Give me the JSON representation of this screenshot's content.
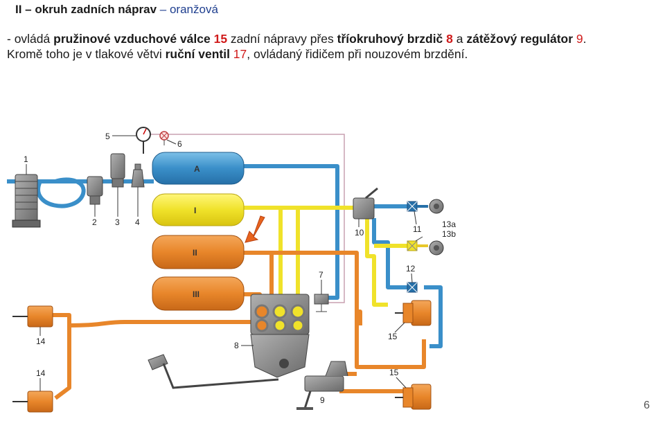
{
  "title": {
    "part1": "II – okruh zadních náprav",
    "part2": " – oranžová"
  },
  "description": {
    "line1_a": "- ovládá ",
    "line1_b": "pružinové vzduchové válce",
    "line1_c": " 15",
    "line1_d": " zadní nápravy přes ",
    "line1_e": "tříokruhový brzdič",
    "line1_f": " 8",
    "line1_g": " a ",
    "line1_h": "zátěžový regulátor",
    "line1_i": " 9",
    "line1_j": ".",
    "line2_a": "Kromě toho je v tlakové větvi ",
    "line2_b": "ruční ventil",
    "line2_c": " 17",
    "line2_d": ", ovládaný řidičem při nouzovém brzdění."
  },
  "diagram": {
    "tanks": [
      "A",
      "I",
      "II",
      "III"
    ],
    "labels": [
      "1",
      "2",
      "3",
      "4",
      "5",
      "6",
      "7",
      "8",
      "9",
      "10",
      "11",
      "12",
      "13a",
      "13b",
      "14",
      "14",
      "15",
      "15"
    ],
    "colors": {
      "blue": "#3a8fc9",
      "yellow": "#f0e22a",
      "orange": "#e8862a",
      "gray": "#8a8a8a",
      "arrow": "#e8641e"
    }
  },
  "page_number": "6"
}
